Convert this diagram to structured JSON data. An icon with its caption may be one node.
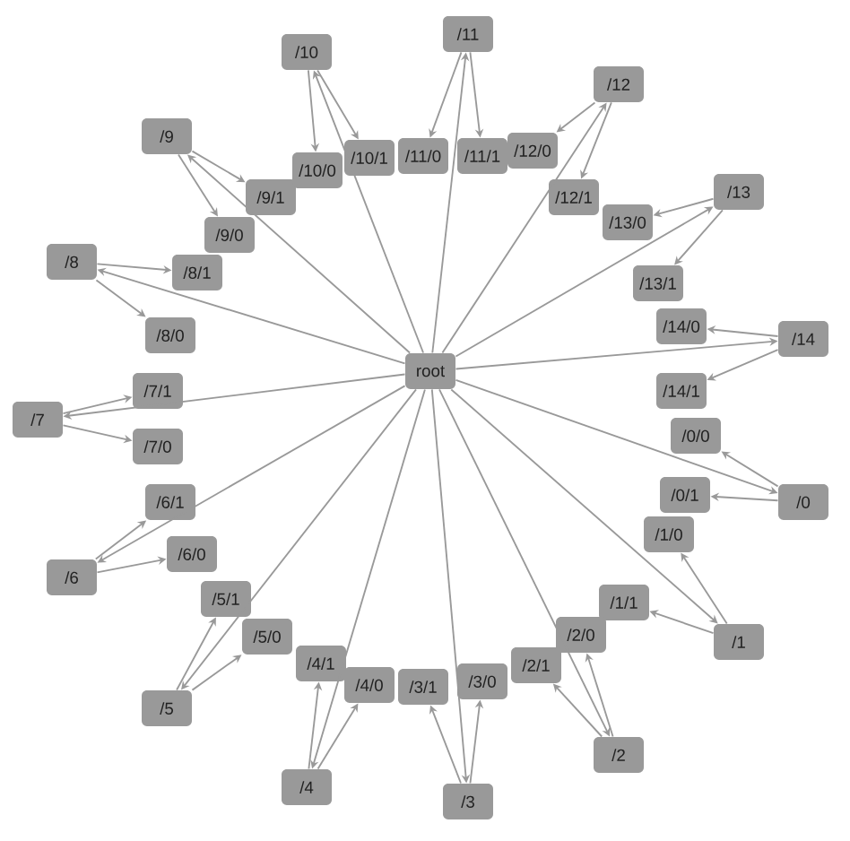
{
  "diagram": {
    "nodes": [
      {
        "text": [
          "root"
        ]
      },
      {
        "text": [
          "/0"
        ]
      },
      {
        "text": [
          "/0/0"
        ]
      },
      {
        "text": [
          "/0/1"
        ]
      },
      {
        "text": [
          "/1"
        ]
      },
      {
        "text": [
          "/1/0"
        ]
      },
      {
        "text": [
          "/1/1"
        ]
      },
      {
        "text": [
          "/2"
        ]
      },
      {
        "text": [
          "/2/0"
        ]
      },
      {
        "text": [
          "/2/1"
        ]
      },
      {
        "text": [
          "/3"
        ]
      },
      {
        "text": [
          "/3/0"
        ]
      },
      {
        "text": [
          "/3/1"
        ]
      },
      {
        "text": [
          "/4"
        ]
      },
      {
        "text": [
          "/4/0"
        ]
      },
      {
        "text": [
          "/4/1"
        ]
      },
      {
        "text": [
          "/5"
        ]
      },
      {
        "text": [
          "/5/0"
        ]
      },
      {
        "text": [
          "/5/1"
        ]
      },
      {
        "text": [
          "/6"
        ]
      },
      {
        "text": [
          "/6/0"
        ]
      },
      {
        "text": [
          "/6/1"
        ]
      },
      {
        "text": [
          "/7"
        ]
      },
      {
        "text": [
          "/7/0"
        ]
      },
      {
        "text": [
          "/7/1"
        ]
      },
      {
        "text": [
          "/8"
        ]
      },
      {
        "text": [
          "/8/0"
        ]
      },
      {
        "text": [
          "/8/1"
        ]
      },
      {
        "text": [
          "/9"
        ]
      },
      {
        "text": [
          "/9/0"
        ]
      },
      {
        "text": [
          "/9/1"
        ]
      },
      {
        "text": [
          "/10"
        ]
      },
      {
        "text": [
          "/10/0"
        ]
      },
      {
        "text": [
          "/10/1"
        ]
      },
      {
        "text": [
          "/11"
        ]
      },
      {
        "text": [
          "/11/0"
        ]
      },
      {
        "text": [
          "/11/1"
        ]
      },
      {
        "text": [
          "/12"
        ]
      },
      {
        "text": [
          "/12/0"
        ]
      },
      {
        "text": [
          "/12/1"
        ]
      },
      {
        "text": [
          "/13"
        ]
      },
      {
        "text": [
          "/13/0"
        ]
      },
      {
        "text": [
          "/13/1"
        ]
      },
      {
        "text": [
          "/14"
        ]
      },
      {
        "text": [
          "/14/0"
        ]
      },
      {
        "text": [
          "/14/1"
        ]
      }
    ],
    "edges": [
      {
        "from": 0,
        "to": 1,
        "arrow": "to"
      },
      {
        "from": 1,
        "to": 2,
        "arrow": "to"
      },
      {
        "from": 1,
        "to": 3,
        "arrow": "to"
      },
      {
        "from": 0,
        "to": 4,
        "arrow": "to"
      },
      {
        "from": 4,
        "to": 5,
        "arrow": "to"
      },
      {
        "from": 4,
        "to": 6,
        "arrow": "to"
      },
      {
        "from": 0,
        "to": 7,
        "arrow": "to"
      },
      {
        "from": 7,
        "to": 8,
        "arrow": "to"
      },
      {
        "from": 7,
        "to": 9,
        "arrow": "to"
      },
      {
        "from": 0,
        "to": 10,
        "arrow": "to"
      },
      {
        "from": 10,
        "to": 11,
        "arrow": "to"
      },
      {
        "from": 10,
        "to": 12,
        "arrow": "to"
      },
      {
        "from": 0,
        "to": 13,
        "arrow": "to"
      },
      {
        "from": 13,
        "to": 14,
        "arrow": "to"
      },
      {
        "from": 13,
        "to": 15,
        "arrow": "to"
      },
      {
        "from": 0,
        "to": 16,
        "arrow": "to"
      },
      {
        "from": 16,
        "to": 17,
        "arrow": "to"
      },
      {
        "from": 16,
        "to": 18,
        "arrow": "to"
      },
      {
        "from": 0,
        "to": 19,
        "arrow": "to"
      },
      {
        "from": 19,
        "to": 20,
        "arrow": "to"
      },
      {
        "from": 19,
        "to": 21,
        "arrow": "to"
      },
      {
        "from": 0,
        "to": 22,
        "arrow": "to"
      },
      {
        "from": 22,
        "to": 23,
        "arrow": "to"
      },
      {
        "from": 22,
        "to": 24,
        "arrow": "to"
      },
      {
        "from": 0,
        "to": 25,
        "arrow": "to"
      },
      {
        "from": 25,
        "to": 26,
        "arrow": "to"
      },
      {
        "from": 25,
        "to": 27,
        "arrow": "to"
      },
      {
        "from": 0,
        "to": 28,
        "arrow": "to"
      },
      {
        "from": 28,
        "to": 29,
        "arrow": "to"
      },
      {
        "from": 28,
        "to": 30,
        "arrow": "to"
      },
      {
        "from": 0,
        "to": 31,
        "arrow": "to"
      },
      {
        "from": 31,
        "to": 32,
        "arrow": "to"
      },
      {
        "from": 31,
        "to": 33,
        "arrow": "to"
      },
      {
        "from": 0,
        "to": 34,
        "arrow": "to"
      },
      {
        "from": 34,
        "to": 35,
        "arrow": "to"
      },
      {
        "from": 34,
        "to": 36,
        "arrow": "to"
      },
      {
        "from": 0,
        "to": 37,
        "arrow": "to"
      },
      {
        "from": 37,
        "to": 38,
        "arrow": "to"
      },
      {
        "from": 37,
        "to": 39,
        "arrow": "to"
      },
      {
        "from": 0,
        "to": 40,
        "arrow": "to"
      },
      {
        "from": 40,
        "to": 41,
        "arrow": "to"
      },
      {
        "from": 40,
        "to": 42,
        "arrow": "to"
      },
      {
        "from": 0,
        "to": 43,
        "arrow": "to"
      },
      {
        "from": 43,
        "to": 44,
        "arrow": "to"
      },
      {
        "from": 43,
        "to": 45,
        "arrow": "to"
      }
    ]
  }
}
